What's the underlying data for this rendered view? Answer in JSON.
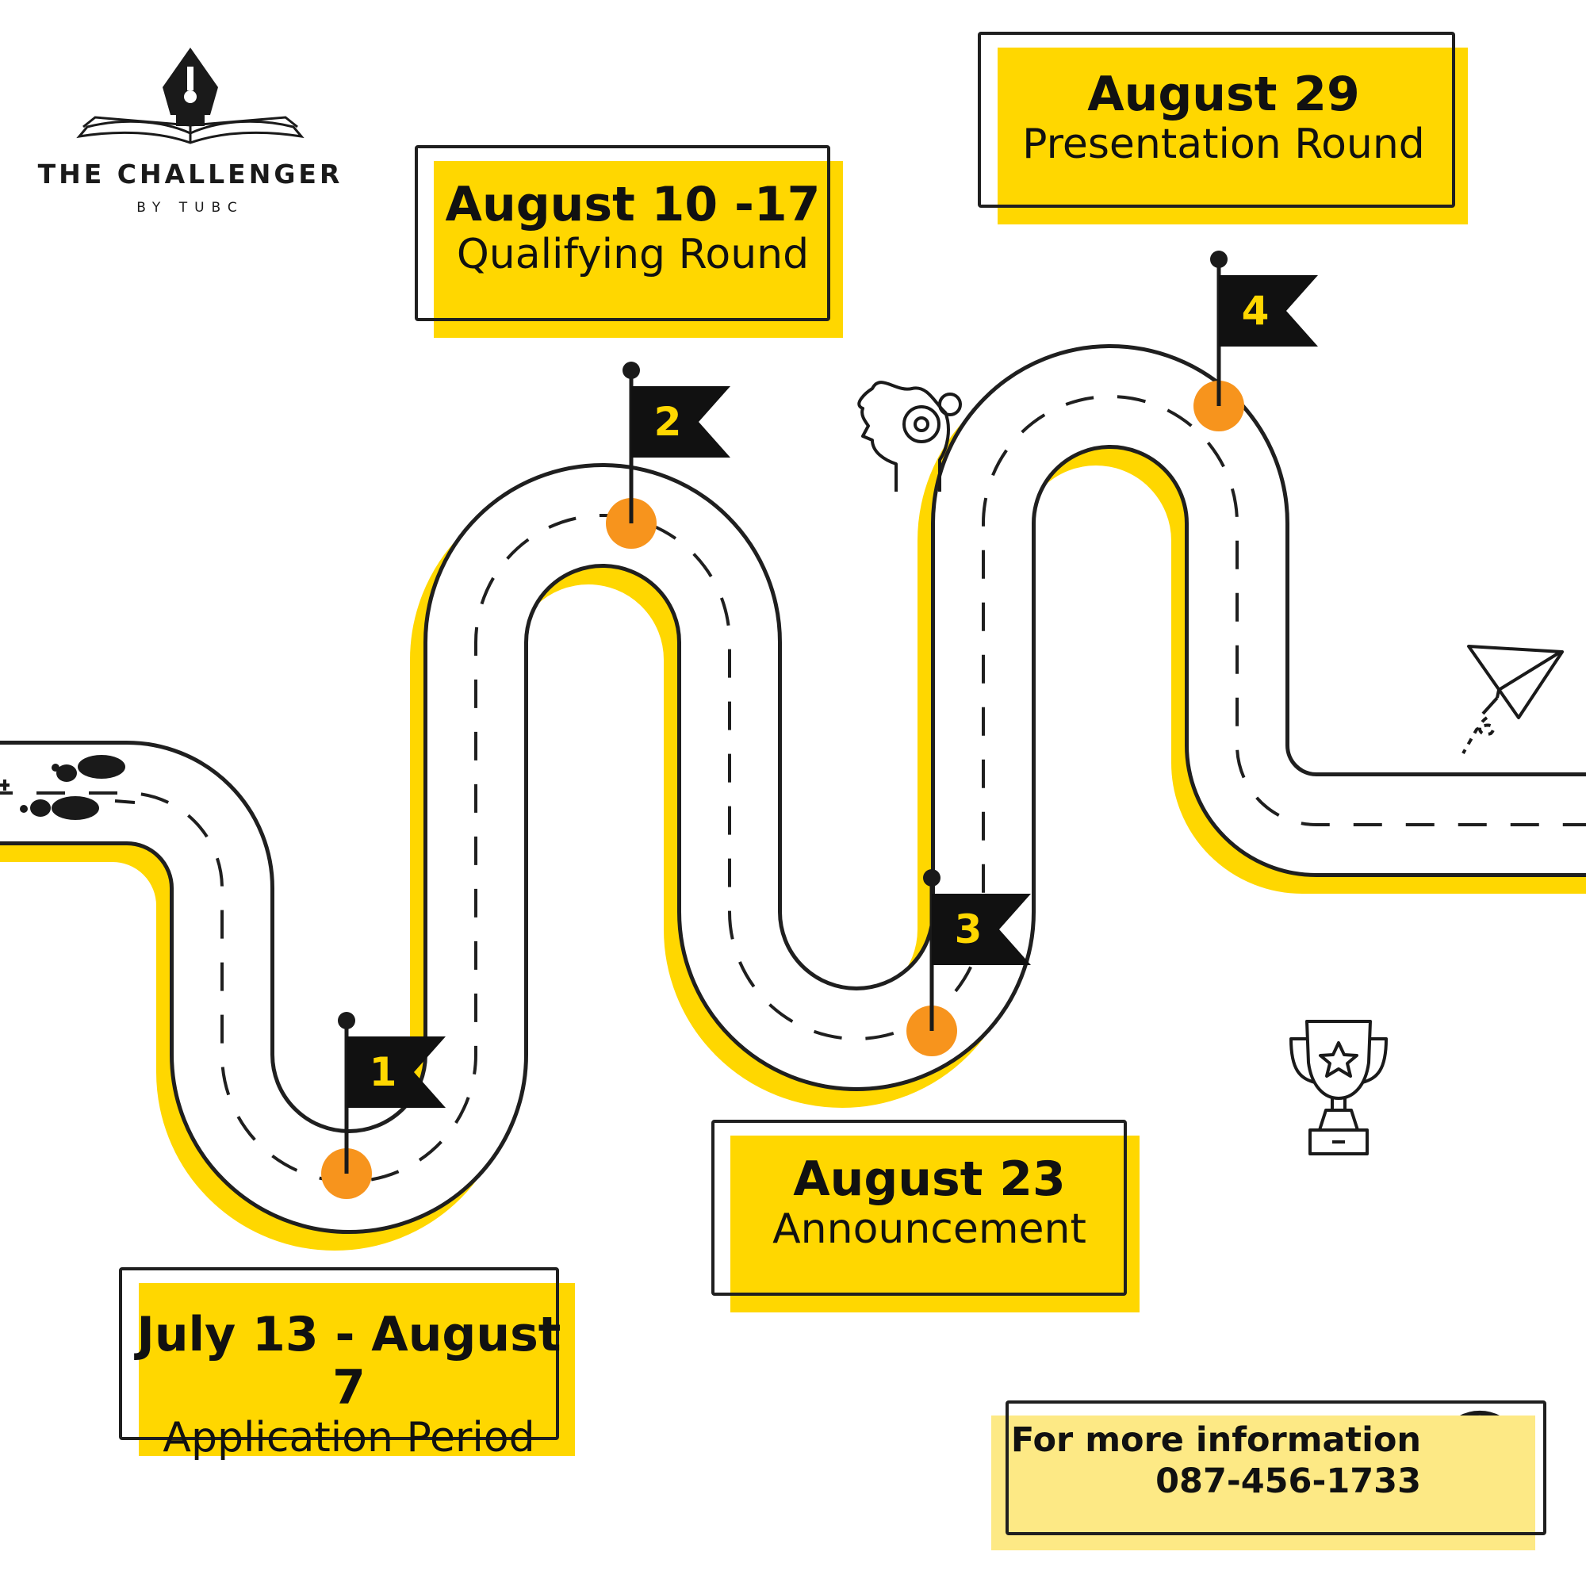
{
  "brand": {
    "title": "THE CHALLENGER",
    "subtitle": "BY TUBC"
  },
  "colors": {
    "accent_yellow": "#FFD700",
    "milestone_orange": "#F7941D",
    "outline": "#1F1F1F",
    "road": "#FFFFFF"
  },
  "milestones": [
    {
      "number": "1",
      "date": "July 13 - August 7",
      "label": "Application Period"
    },
    {
      "number": "2",
      "date": "August 10 -17",
      "label": "Qualifying Round"
    },
    {
      "number": "3",
      "date": "August 23",
      "label": "Announcement"
    },
    {
      "number": "4",
      "date": "August 29",
      "label": "Presentation Round"
    }
  ],
  "info": {
    "line1": "For more information",
    "phone": "087-456-1733",
    "icon": "info-pin-icon"
  },
  "icons": [
    "fountain-pen-book-logo",
    "footprints-icon",
    "brain-gears-icon",
    "paper-plane-icon",
    "trophy-icon",
    "flag-icon"
  ]
}
